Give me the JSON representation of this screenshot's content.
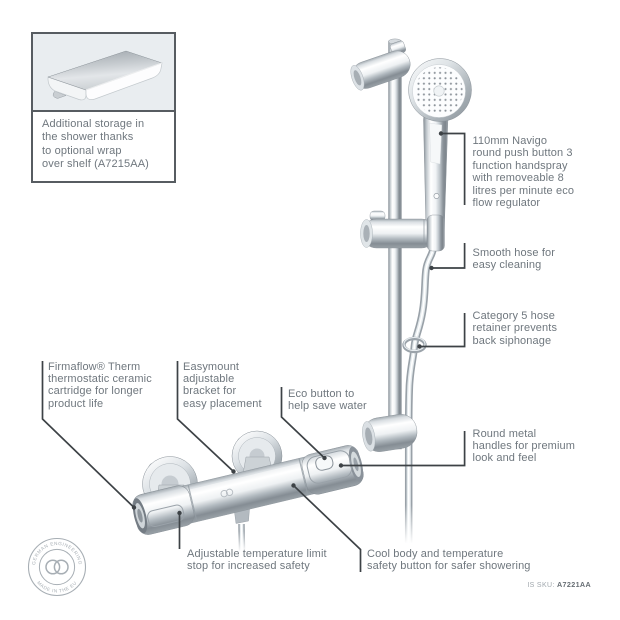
{
  "colors": {
    "connector": "#3d4246",
    "annotation_text": "#6f777e",
    "inset_border": "#575c61",
    "inset_image_bg": "#e9edf0",
    "badge": "#a7aeb4",
    "chrome_highlight": "#ffffff",
    "chrome_shadow": "#858d94"
  },
  "inset": {
    "caption": "Additional storage in\nthe shower thanks\nto optional wrap\nover shelf (A7215AA)"
  },
  "annotations": {
    "navigo": {
      "text": "110mm Navigo\nround push button 3\nfunction handspray\nwith removeable 8\nlitres per minute eco\nflow regulator"
    },
    "smooth_hose": {
      "text": "Smooth hose for\neasy cleaning"
    },
    "category5": {
      "text": "Category 5 hose\nretainer prevents\nback siphonage"
    },
    "round_handles": {
      "text": "Round metal\nhandles for premium\nlook and feel"
    },
    "firmaflow": {
      "text": "Firmaflow® Therm\nthermostatic ceramic\ncartridge for longer\nproduct life"
    },
    "easymount": {
      "text": "Easymount\nadjustable\nbracket for\neasy placement"
    },
    "eco_button": {
      "text": "Eco button to\nhelp save water"
    },
    "temp_limit": {
      "text": "Adjustable temperature limit\nstop for increased safety"
    },
    "cool_body": {
      "text": "Cool body and temperature\nsafety button for safer showering"
    }
  },
  "badge": {
    "top_text": "GERMAN ENGINEERING",
    "bottom_text": "MADE IN THE EU"
  },
  "sku": {
    "label": "IS SKU:",
    "value": "A7221AA"
  }
}
